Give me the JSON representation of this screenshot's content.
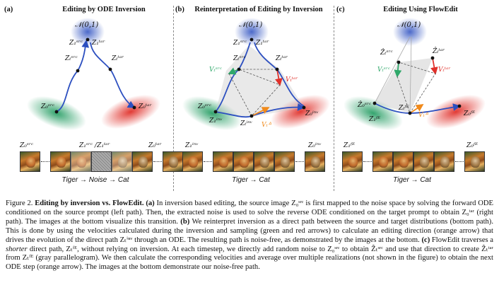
{
  "panels": [
    {
      "label": "(a)",
      "title": "Editing by ODE Inversion"
    },
    {
      "label": "(b)",
      "title": "Reinterpretation of Editing by Inversion"
    },
    {
      "label": "(c)",
      "title": "Editing Using FlowEdit"
    }
  ],
  "diagram_labels": {
    "noise": "𝒩(0,1)",
    "z1_src": "Z₁ˢʳᶜ",
    "z1_tar": "Z₁ᵗᵃʳ",
    "zt_src": "Zₜˢʳᶜ",
    "zt_tar": "Zₜᵗᵃʳ",
    "z0_src": "Z₀ˢʳᶜ",
    "z0_tar": "Z₀ᵗᵃʳ",
    "z1_inv": "Z₁ⁱⁿᵛ",
    "zt_inv": "Zₜⁱⁿᵛ",
    "z0_inv": "Z₀ⁱⁿᵛ",
    "v_src": "Vₜˢʳᶜ",
    "v_tar": "Vₜᵗᵃʳ",
    "v_delta": "Vₜᐞ",
    "zhat_src": "Ẑₜˢʳᶜ",
    "zhat_tar": "Ẑₜᵗᵃʳ",
    "z0_src_hat": "Ẑ₀ˢʳᶜ",
    "z1_fe": "Z₁ᶠᴱ",
    "zt_fe": "Zₜᶠᴱ",
    "z0_fe": "Z₀ᶠᴱ"
  },
  "strips": {
    "a": {
      "labels": [
        "Z₀ˢʳᶜ",
        "Z₁ˢʳᶜ /Z₁ᵗᵃʳ",
        "Z₀ᵗᵃʳ"
      ],
      "caption": "Tiger → Noise → Cat"
    },
    "b": {
      "labels": [
        "Z₁ⁱⁿᵛ",
        "Z₀ⁱⁿᵛ"
      ],
      "caption": "Tiger → Cat"
    },
    "c": {
      "labels": [
        "Z₁ᶠᴱ",
        "Z₀ᶠᴱ"
      ],
      "caption": "Tiger → Cat"
    }
  },
  "caption": {
    "figure": "Figure 2.",
    "title": "Editing by inversion vs. FlowEdit.",
    "a_tag": "(a)",
    "a_text": "In inversion based editing, the source image Z₀ˢʳᶜ is first mapped to the noise space by solving the forward ODE conditioned on the source prompt (left path). Then, the extracted noise is used to solve the reverse ODE conditioned on the target prompt to obtain Z₀ᵗᵃʳ (right path). The images at the bottom visualize this transition.",
    "b_tag": "(b)",
    "b_text": "We reinterpret inversion as a direct path between the source and target distributions (bottom path). This is done by using the velocities calculated during the inversion and sampling (green and red arrows) to calculate an editing direction (orange arrow) that drives the evolution of the direct path Zₜⁱⁿᵛ through an ODE. The resulting path is noise-free, as demonstrated by the images at the bottom.",
    "c_tag": "(c)",
    "c_text_1": "FlowEdit traverses a",
    "c_emph": "shorter",
    "c_text_2": "direct path, Zₜᶠᴱ, without relying on inversion. At each timestep, we directly add random noise to Z₀ˢʳᶜ to obtain Ẑₜˢʳᶜ and use that direction to create Ẑₜᵗᵃʳ from Zₜᶠᴱ (gray parallelogram). We then calculate the corresponding velocities and average over multiple realizations (not shown in the figure) to obtain the next ODE step (orange arrow). The images at the bottom demonstrate our noise-free path."
  },
  "colors": {
    "blue": "#2c4fc0",
    "green": "#2fa86a",
    "red": "#e0302a",
    "orange": "#f08a1c",
    "gray": "#9a9a9a"
  }
}
